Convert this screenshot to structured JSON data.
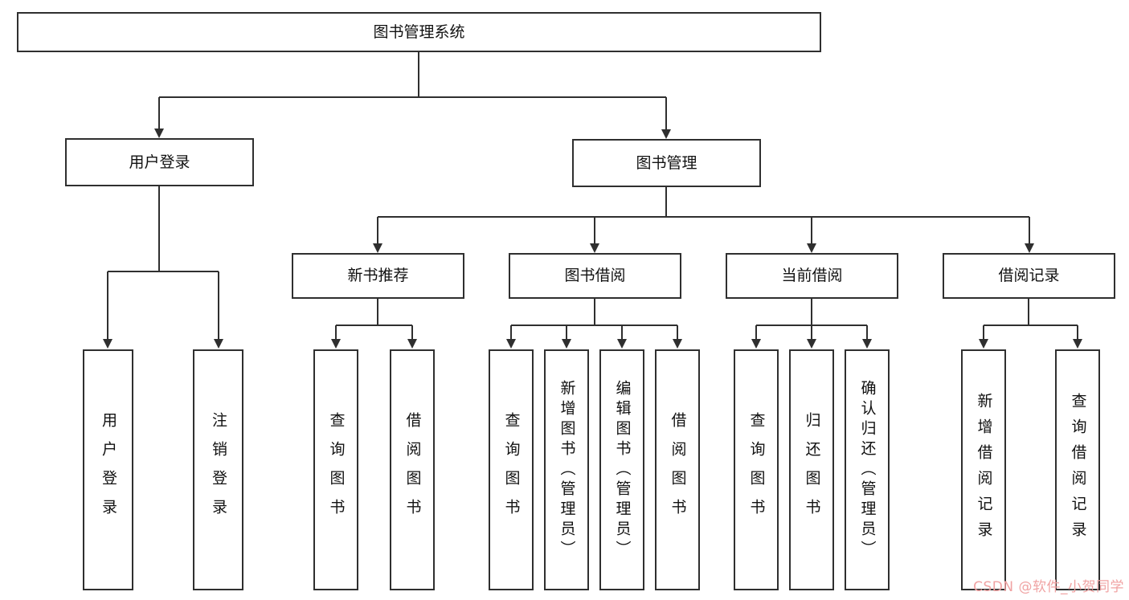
{
  "diagram": {
    "root": "图书管理系统",
    "user_login": {
      "label": "用户登录",
      "children": [
        {
          "label": "用户登录"
        },
        {
          "label": "注销登录"
        }
      ]
    },
    "book_mgmt": {
      "label": "图书管理",
      "groups": [
        {
          "label": "新书推荐",
          "children": [
            {
              "label": "查询图书"
            },
            {
              "label": "借阅图书"
            }
          ]
        },
        {
          "label": "图书借阅",
          "children": [
            {
              "label": "查询图书"
            },
            {
              "label": "新增图书（管理员）"
            },
            {
              "label": "编辑图书（管理员）"
            },
            {
              "label": "借阅图书"
            }
          ]
        },
        {
          "label": "当前借阅",
          "children": [
            {
              "label": "查询图书"
            },
            {
              "label": "归还图书"
            },
            {
              "label": "确认归还（管理员）"
            }
          ]
        },
        {
          "label": "借阅记录",
          "children": [
            {
              "label": "新增借阅记录"
            },
            {
              "label": "查询借阅记录"
            }
          ]
        }
      ]
    }
  },
  "watermark": "CSDN @软件_小贺同学"
}
